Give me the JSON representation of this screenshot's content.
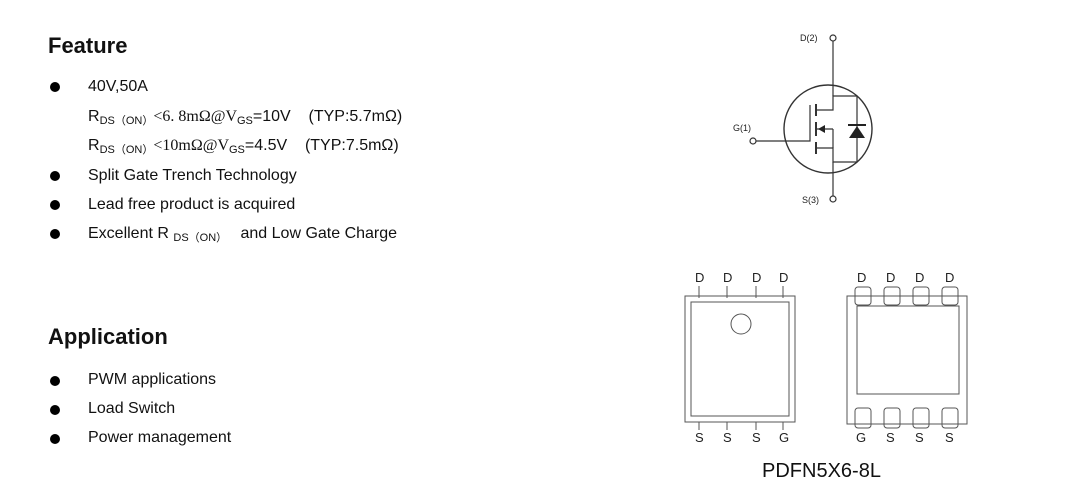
{
  "feature": {
    "heading": "Feature",
    "rating": "40V,50A",
    "rds_line1": {
      "r": "R",
      "sub": "DS（ON）",
      "cond": "<6. 8mΩ@V",
      "vsub": "GS",
      "val": "=10V",
      "typ": "(TYP:5.7mΩ)"
    },
    "rds_line2": {
      "r": "R",
      "sub": "DS（ON）",
      "cond": "<10mΩ@V",
      "vsub": "GS",
      "val": "=4.5V",
      "typ": "(TYP:7.5mΩ)"
    },
    "item_split_gate": "Split Gate Trench Technology",
    "item_lead_free": "Lead free product is acquired",
    "item_excellent": {
      "pre": "Excellent R",
      "sub": "DS（ON）",
      "post": "and Low Gate Charge"
    }
  },
  "application": {
    "heading": "Application",
    "items": [
      "PWM applications",
      "Load Switch",
      "Power management"
    ]
  },
  "schematic": {
    "drain": "D(2)",
    "gate": "G(1)",
    "source": "S(3)"
  },
  "package": {
    "top_pins": [
      "D",
      "D",
      "D",
      "D"
    ],
    "bottom_pins_left": [
      "S",
      "S",
      "S",
      "G"
    ],
    "top_pins_right": [
      "D",
      "D",
      "D",
      "D"
    ],
    "bottom_pins_right": [
      "G",
      "S",
      "S",
      "S"
    ],
    "name": "PDFN5X6-8L"
  }
}
